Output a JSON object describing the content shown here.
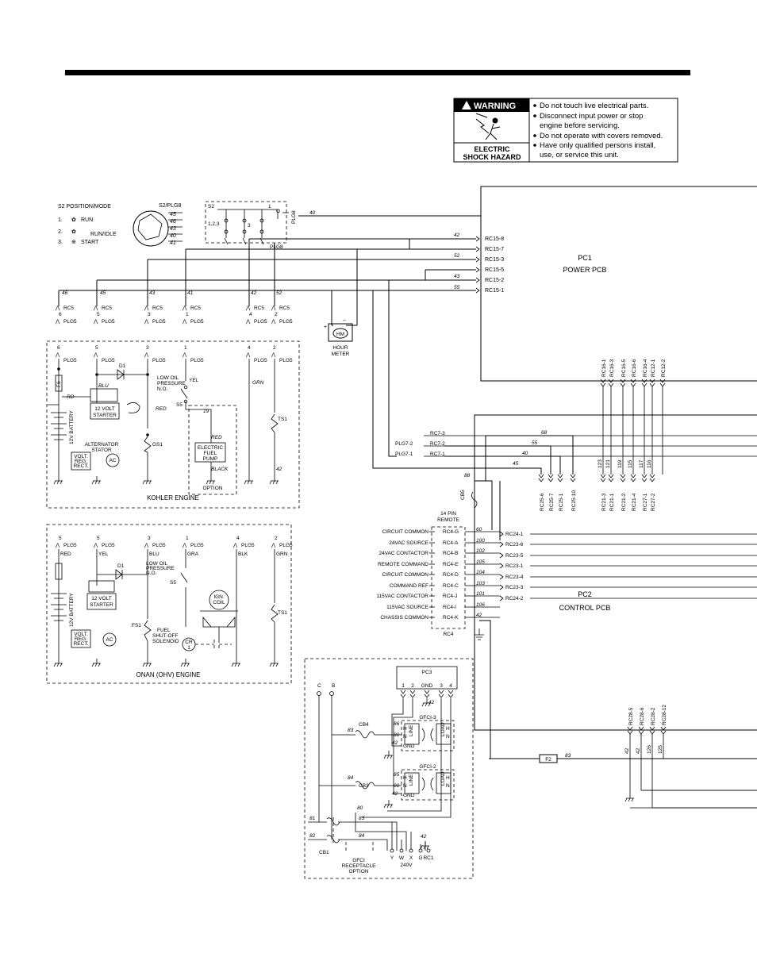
{
  "warning": {
    "title": "WARNING",
    "hazard_line1": "ELECTRIC",
    "hazard_line2": "SHOCK HAZARD",
    "bullets": [
      "Do not touch live electrical parts.",
      "Disconnect input power or stop",
      "engine before servicing.",
      "Do not operate with covers removed.",
      "Have only qualified persons install,",
      "use, or service this unit."
    ]
  },
  "switch": {
    "title": "S2  POSITION/MODE",
    "modes": [
      "1.",
      "RUN",
      "2.",
      "RUN/IDLE",
      "3.",
      "START"
    ],
    "plug_label": "S2/PLG8",
    "pins": [
      "45",
      "46",
      "43",
      "40",
      "41"
    ],
    "s2": "S2",
    "positions": "1,2,3",
    "pos3": "3",
    "pos1": "1",
    "plg8": "PLG8",
    "plg8_b": "PLG8",
    "wire40": "40"
  },
  "pc1": {
    "name": "PC1",
    "desc": "POWER  PCB"
  },
  "pc2": {
    "name": "PC2",
    "desc": "CONTROL  PCB"
  },
  "rc15": {
    "labels": [
      "RC15-8",
      "RC15-7",
      "RC15-3",
      "RC15-5",
      "RC15-2",
      "RC15-1"
    ],
    "wires": [
      "42",
      "52",
      "43",
      "55"
    ]
  },
  "rc5": {
    "wires": [
      "46",
      "45",
      "43",
      "41",
      "42",
      "52"
    ],
    "rc": [
      "RC5",
      "RC5",
      "RC5",
      "RC5",
      "RC5",
      "RC5"
    ],
    "pins": [
      "6",
      "5",
      "3",
      "1",
      "4",
      "2"
    ],
    "plg": [
      "PLG5",
      "PLG5",
      "PLG5",
      "PLG5",
      "PLG5",
      "PLG5"
    ]
  },
  "hour_meter": {
    "label": "HM",
    "name1": "HOUR",
    "name2": "METER",
    "plus": "+",
    "minus": "−"
  },
  "rc16": [
    "RC16-1",
    "RC16-3",
    "RC16-5",
    "RC16-6",
    "RC16-4",
    "RC12-1",
    "RC12-2"
  ],
  "rc7": {
    "labels": [
      "RC7-3",
      "RC7-2",
      "RC7-1"
    ],
    "plg": [
      "PLG7-2",
      "PLG7-1"
    ],
    "wires": [
      "68",
      "55",
      "40",
      "45"
    ]
  },
  "rc25": [
    "RC25-6",
    "RC25-7",
    "RC25-1",
    "RC25-10"
  ],
  "rc21": [
    "RC21-3",
    "RC21-1",
    "RC21-2",
    "RC21-4",
    "RC27-1",
    "RC27-2"
  ],
  "rc21_wires": [
    "123",
    "121",
    "119",
    "115",
    "117",
    "116"
  ],
  "cb5": {
    "label": "CB5",
    "wire": "88"
  },
  "remote": {
    "title1": "14  PIN",
    "title2": "REMOTE",
    "functions": [
      "CIRCUIT  COMMON",
      "24VAC SOURCE",
      "24VAC CONTACTOR",
      "REMOTE COMMAND",
      "CIRCUIT  COMMON",
      "COMMAND  REF",
      "115VAC  CONTACTOR",
      "115VAC  SOURCE",
      "CHASSIS  COMMON"
    ],
    "rc4": [
      "RC4-G",
      "RC4-A",
      "RC4-B",
      "RC4-E",
      "RC4-D",
      "RC4-C",
      "RC4-J",
      "RC4-I",
      "RC4-K"
    ],
    "wires": [
      "60",
      "100",
      "102",
      "105",
      "104",
      "103",
      "101",
      "106",
      "42"
    ],
    "rc23": [
      "RC24-1",
      "RC23-6",
      "RC23-5",
      "RC23-1",
      "RC23-4",
      "RC23-3",
      "RC24-2"
    ],
    "footer": "RC4"
  },
  "kohler": {
    "title": "KOHLER  ENGINE",
    "pins": [
      "6",
      "5",
      "3",
      "1",
      "4",
      "2"
    ],
    "plg": [
      "PLG5",
      "PLG5",
      "PLG5",
      "PLG5",
      "PLG5",
      "PLG5"
    ],
    "f6": "F6",
    "d1": "D1",
    "low_oil": [
      "LOW OIL",
      "PRESSURE",
      "N.O."
    ],
    "yel": "YEL",
    "blu": "BLU",
    "red": "RED",
    "red2": "RED",
    "rd": "RD",
    "s5": "S5",
    "w19": "19",
    "starter": [
      "12  VOLT",
      "STARTER"
    ],
    "battery": "12V  BATTERY",
    "alt": [
      "ALTERNATOR",
      "STATOR"
    ],
    "ac": "AC",
    "reg": [
      "VOLT.",
      "REG.",
      "RECT."
    ],
    "gs1": "GS1",
    "fuel_pump": [
      "ELECTRIC",
      "FUEL",
      "PUMP"
    ],
    "black": "BLACK",
    "option": "OPTION",
    "grn": "GRN",
    "ts1": "TS1",
    "w42": "42"
  },
  "onan": {
    "title": "ONAN  (OHV)  ENGINE",
    "pins": [
      "5",
      "5",
      "3",
      "1",
      "4",
      "2"
    ],
    "plg": [
      "PLG5",
      "PLG5",
      "PLG5",
      "PLG5",
      "PLG5",
      "PLG5"
    ],
    "colors": [
      "RED",
      "YEL",
      "BLU",
      "GRA",
      "BLK",
      "GRN"
    ],
    "d1": "D1",
    "low_oil": [
      "LOW OIL",
      "PRESSURE",
      "N.O."
    ],
    "s5": "S5",
    "starter": [
      "12  VOLT",
      "STARTER"
    ],
    "battery": "12V  BATTERY",
    "reg": [
      "VOLT.",
      "REG.",
      "RECT."
    ],
    "ac": "AC",
    "fs1": "FS1",
    "fuel_sol": [
      "FUEL",
      "SHUT-OFF",
      "SOLENOID"
    ],
    "ign": [
      "IGN.",
      "COIL"
    ],
    "cr": "CR",
    "cr1": "1",
    "ts1": "TS1"
  },
  "gfci": {
    "pc3": "PC3",
    "pins": [
      "1",
      "2",
      "GND",
      "3",
      "4"
    ],
    "w42": "42",
    "c": "C",
    "b": "B",
    "w83": "83",
    "cb4": "CB4",
    "w86": "86",
    "w80": "80",
    "gfci3": "GFCI-3",
    "line": [
      "LINE",
      "H",
      "N",
      "GND"
    ],
    "load": [
      "LOAD",
      "H",
      "N"
    ],
    "w84": "84",
    "cb3": "CB3",
    "w85": "85",
    "w90": "90",
    "gfci2": "GFCI-2",
    "w81": "81",
    "w82": "82",
    "w83b": "83",
    "w84b": "84",
    "w80b": "80",
    "cb1": "CB1",
    "terms": [
      "Y",
      "W",
      "X",
      "G",
      "RC1"
    ],
    "v240": "240V",
    "option": [
      "GFCI",
      "RECEPTACLE",
      "OPTION"
    ]
  },
  "rc28": {
    "labels": [
      "RC28-5",
      "RC28-6",
      "RC28-2",
      "RC28-12"
    ],
    "wires": [
      "42",
      "42",
      "126",
      "125"
    ],
    "f2": "F2",
    "w83": "83"
  }
}
